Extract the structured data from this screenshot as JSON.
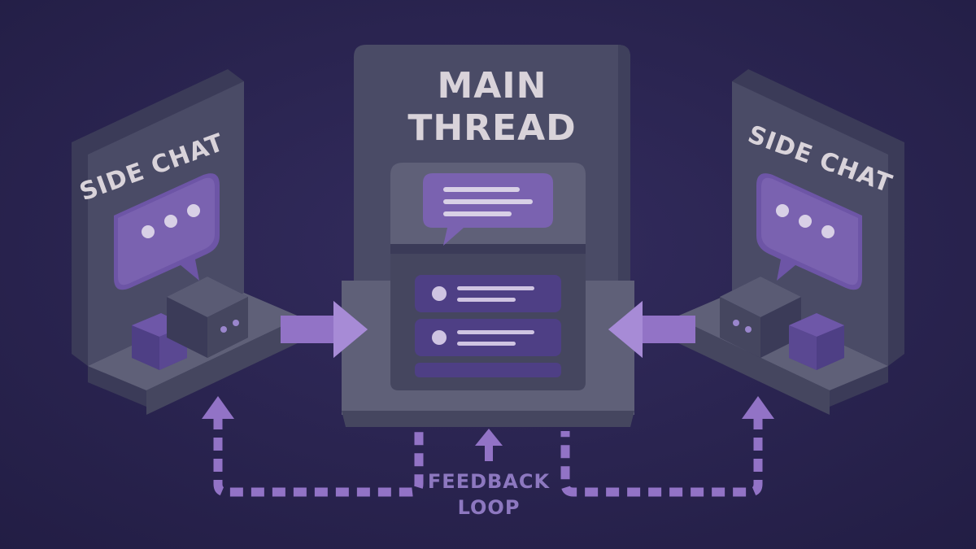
{
  "diagram": {
    "left_panel": {
      "title": "SIDE CHAT"
    },
    "center_panel": {
      "title_line1": "MAIN",
      "title_line2": "THREAD"
    },
    "right_panel": {
      "title": "SIDE CHAT"
    },
    "feedback_label_line1": "FEEDBACK",
    "feedback_label_line2": "LOOP"
  },
  "colors": {
    "background": "#2b2550",
    "slab_front": "#4a4b66",
    "slab_side": "#3b3b58",
    "slab_top": "#5f6078",
    "accent_purple": "#7a62b0",
    "arrow_purple": "#9273c6",
    "title_text": "#d9d3da"
  },
  "icons": [
    "chat-bubble-dots-icon",
    "chat-bubble-lines-icon",
    "cube-icon",
    "arrow-right-icon",
    "arrow-left-icon",
    "arrow-up-icon"
  ]
}
